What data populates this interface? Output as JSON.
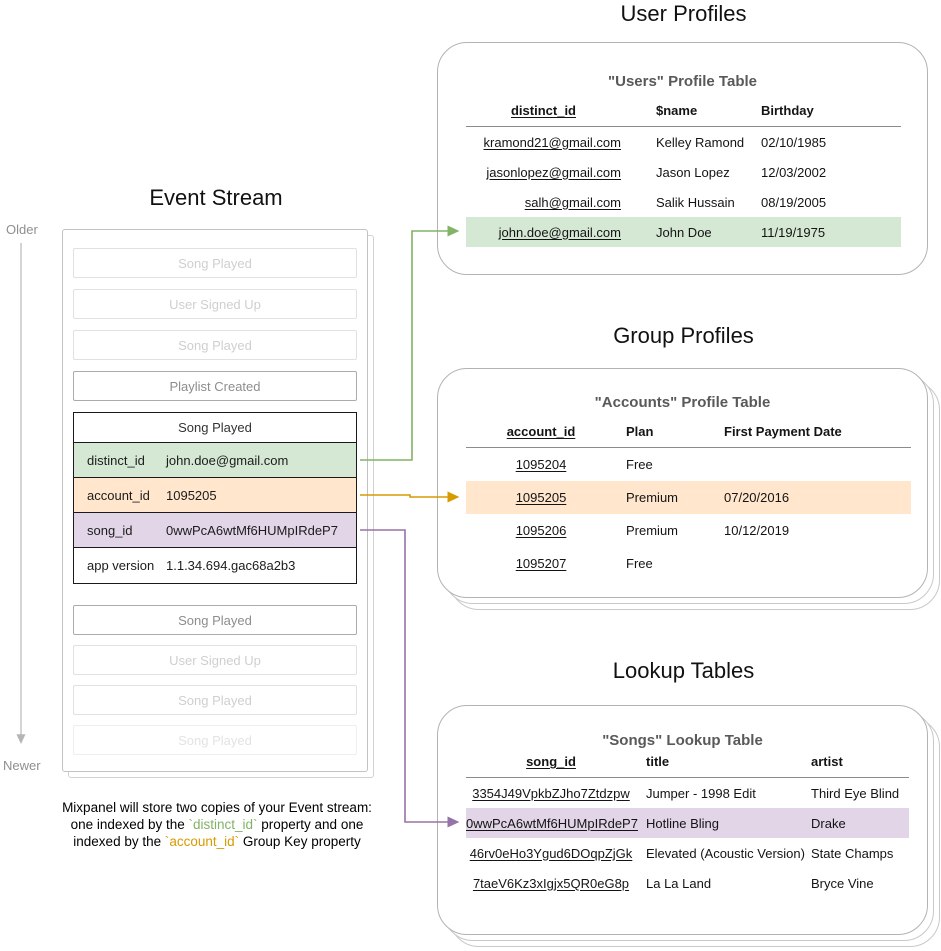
{
  "colors": {
    "green_bg": "#d5e8d4",
    "green_line": "#82b366",
    "orange_bg": "#ffe6cc",
    "orange_line": "#d79b00",
    "purple_bg": "#e1d5e7",
    "purple_line": "#9673a6"
  },
  "timeline": {
    "older": "Older",
    "newer": "Newer"
  },
  "event_stream": {
    "title": "Event Stream",
    "events_before": [
      {
        "label": "Song Played"
      },
      {
        "label": "User Signed Up"
      },
      {
        "label": "Song Played"
      },
      {
        "label": "Playlist Created"
      }
    ],
    "focused_event": {
      "title": "Song Played",
      "properties": [
        {
          "key": "distinct_id",
          "value": "john.doe@gmail.com",
          "highlight": "green"
        },
        {
          "key": "account_id",
          "value": "1095205",
          "highlight": "orange"
        },
        {
          "key": "song_id",
          "value": "0wwPcA6wtMf6HUMpIRdeP7",
          "highlight": "purple"
        },
        {
          "key": "app version",
          "value": "1.1.34.694.gac68a2b3",
          "highlight": "none"
        }
      ]
    },
    "events_after": [
      {
        "label": "Song Played"
      },
      {
        "label": "User Signed Up"
      },
      {
        "label": "Song Played"
      },
      {
        "label": "Song Played"
      }
    ]
  },
  "caption": {
    "line1": "Mixpanel will store two copies of your Event stream:",
    "line2_pre": "one indexed by the ",
    "line2_code": "`distinct_id`",
    "line2_post": " property and one",
    "line3_pre": "indexed by the ",
    "line3_code": "`account_id`",
    "line3_post": " Group Key property"
  },
  "user_profiles": {
    "section_title": "User Profiles",
    "table_title": "\"Users\" Profile Table",
    "headers": [
      "distinct_id",
      "$name",
      "Birthday"
    ],
    "rows": [
      {
        "distinct_id": "kramond21@gmail.com",
        "name": "Kelley Ramond",
        "birthday": "02/10/1985"
      },
      {
        "distinct_id": "jasonlopez@gmail.com",
        "name": "Jason Lopez",
        "birthday": "12/03/2002"
      },
      {
        "distinct_id": "salh@gmail.com",
        "name": "Salik Hussain",
        "birthday": "08/19/2005"
      },
      {
        "distinct_id": "john.doe@gmail.com",
        "name": "John Doe",
        "birthday": "11/19/1975"
      }
    ],
    "highlighted_row": 3
  },
  "group_profiles": {
    "section_title": "Group Profiles",
    "table_title": "\"Accounts\" Profile Table",
    "headers": [
      "account_id",
      "Plan",
      "First Payment Date"
    ],
    "rows": [
      {
        "account_id": "1095204",
        "plan": "Free",
        "first_payment": ""
      },
      {
        "account_id": "1095205",
        "plan": "Premium",
        "first_payment": "07/20/2016"
      },
      {
        "account_id": "1095206",
        "plan": "Premium",
        "first_payment": "10/12/2019"
      },
      {
        "account_id": "1095207",
        "plan": "Free",
        "first_payment": ""
      }
    ],
    "highlighted_row": 1
  },
  "lookup_tables": {
    "section_title": "Lookup Tables",
    "table_title": "\"Songs\" Lookup Table",
    "headers": [
      "song_id",
      "title",
      "artist"
    ],
    "rows": [
      {
        "song_id": "3354J49VpkbZJho7Ztdzpw",
        "title": "Jumper - 1998 Edit",
        "artist": "Third Eye Blind"
      },
      {
        "song_id": "0wwPcA6wtMf6HUMpIRdeP7",
        "title": "Hotline Bling",
        "artist": "Drake"
      },
      {
        "song_id": "46rv0eHo3Ygud6DOqpZjGk",
        "title": "Elevated (Acoustic Version)",
        "artist": "State Champs"
      },
      {
        "song_id": "7taeV6Kz3xIgjx5QR0eG8p",
        "title": "La La Land",
        "artist": "Bryce Vine"
      }
    ],
    "highlighted_row": 1
  }
}
